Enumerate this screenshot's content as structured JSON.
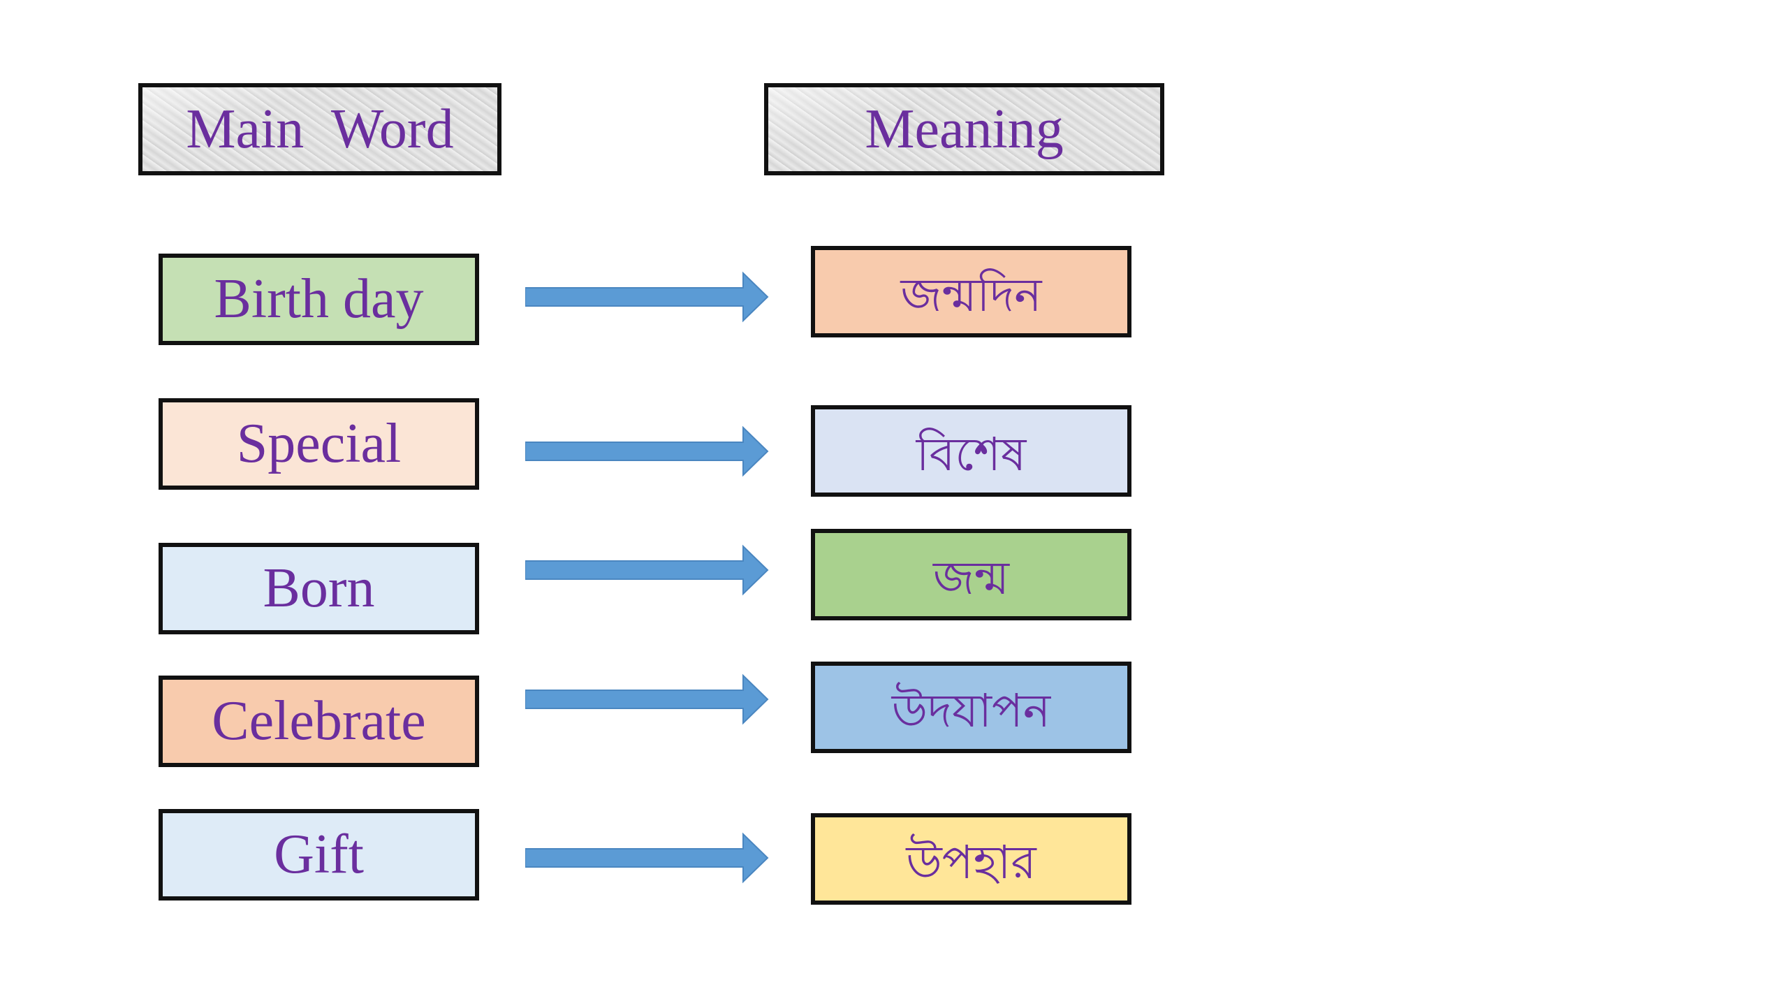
{
  "headers": {
    "main_word": "Main  Word",
    "meaning": "Meaning"
  },
  "colors": {
    "text": "#6a2e9e",
    "arrow": "#5b9bd5",
    "border": "#111111"
  },
  "rows": [
    {
      "word": "Birth day",
      "meaning": "জন্মদিন",
      "word_bg": "#c5e0b4",
      "meaning_bg": "#f8cbad"
    },
    {
      "word": "Special",
      "meaning": "বিশেষ",
      "word_bg": "#fbe5d6",
      "meaning_bg": "#dae3f3"
    },
    {
      "word": "Born",
      "meaning": "জন্ম",
      "word_bg": "#deebf7",
      "meaning_bg": "#a9d18e"
    },
    {
      "word": "Celebrate",
      "meaning": "উদযাপন",
      "word_bg": "#f8cbad",
      "meaning_bg": "#9dc3e6"
    },
    {
      "word": "Gift",
      "meaning": "উপহার",
      "word_bg": "#deebf7",
      "meaning_bg": "#ffe699"
    }
  ]
}
